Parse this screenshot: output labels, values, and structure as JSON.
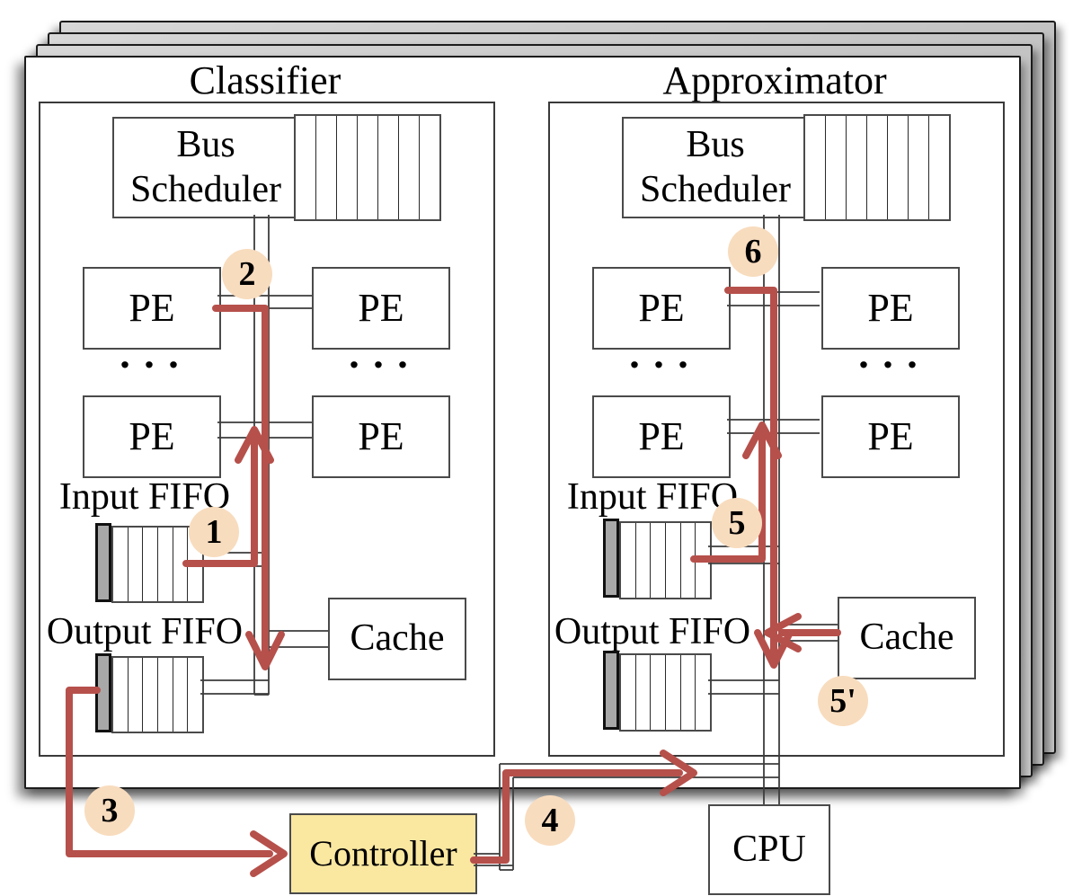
{
  "figure": {
    "classifier": {
      "title": "Classifier",
      "bus_scheduler": "Bus Scheduler",
      "pes": [
        "PE",
        "PE",
        "PE",
        "PE"
      ],
      "dots_left": ". . .",
      "dots_right": ". . .",
      "input_fifo_label": "Input FIFO",
      "output_fifo_label": "Output FIFO",
      "cache": "Cache"
    },
    "approximator": {
      "title": "Approximator",
      "bus_scheduler": "Bus Scheduler",
      "pes": [
        "PE",
        "PE",
        "PE",
        "PE"
      ],
      "dots_left": ". . .",
      "dots_right": ". . .",
      "input_fifo_label": "Input FIFO",
      "output_fifo_label": "Output FIFO",
      "cache": "Cache"
    },
    "controller": "Controller",
    "cpu": "CPU",
    "steps": [
      {
        "label": "1"
      },
      {
        "label": "2"
      },
      {
        "label": "3"
      },
      {
        "label": "4"
      },
      {
        "label": "5"
      },
      {
        "label": "5'"
      },
      {
        "label": "6"
      }
    ],
    "colors": {
      "flow_arrow": "#b6504b",
      "step_badge": "#f8dcbe",
      "controller_fill": "#fae7a0",
      "fifo_head": "#a8a8a8",
      "wire": "#3d3d3d"
    }
  }
}
